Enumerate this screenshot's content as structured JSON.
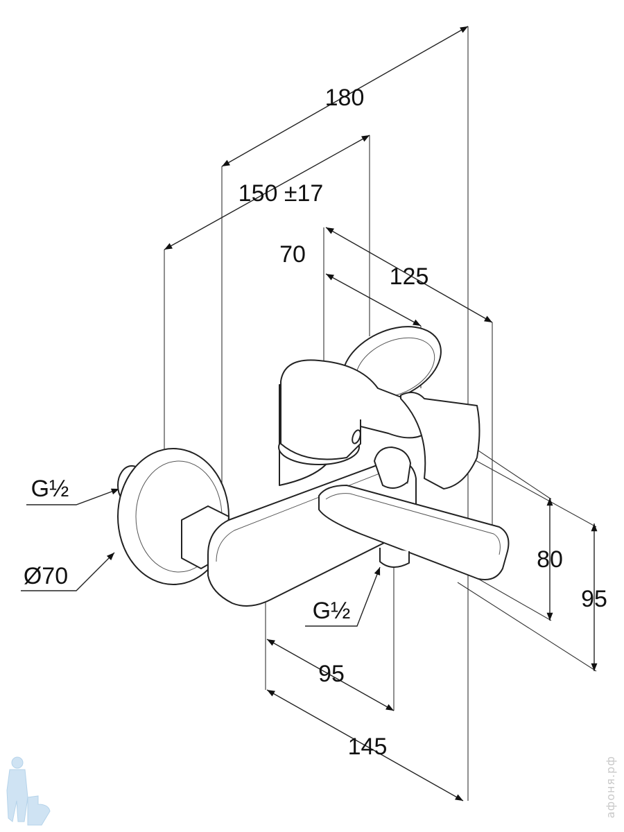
{
  "drawing": {
    "dimensions": {
      "overall_depth": "180",
      "wall_spacing": "150 ±17",
      "handle_offset": "70",
      "spout_projection": "125",
      "inlet_thread": "G½",
      "escutcheon_diameter": "Ø70",
      "outlet_thread": "G½",
      "spout_height": "80",
      "total_height": "95",
      "outlet_distance": "95",
      "spout_length": "145"
    },
    "watermark": "афоня.рф",
    "logo": "plumber mascot"
  }
}
